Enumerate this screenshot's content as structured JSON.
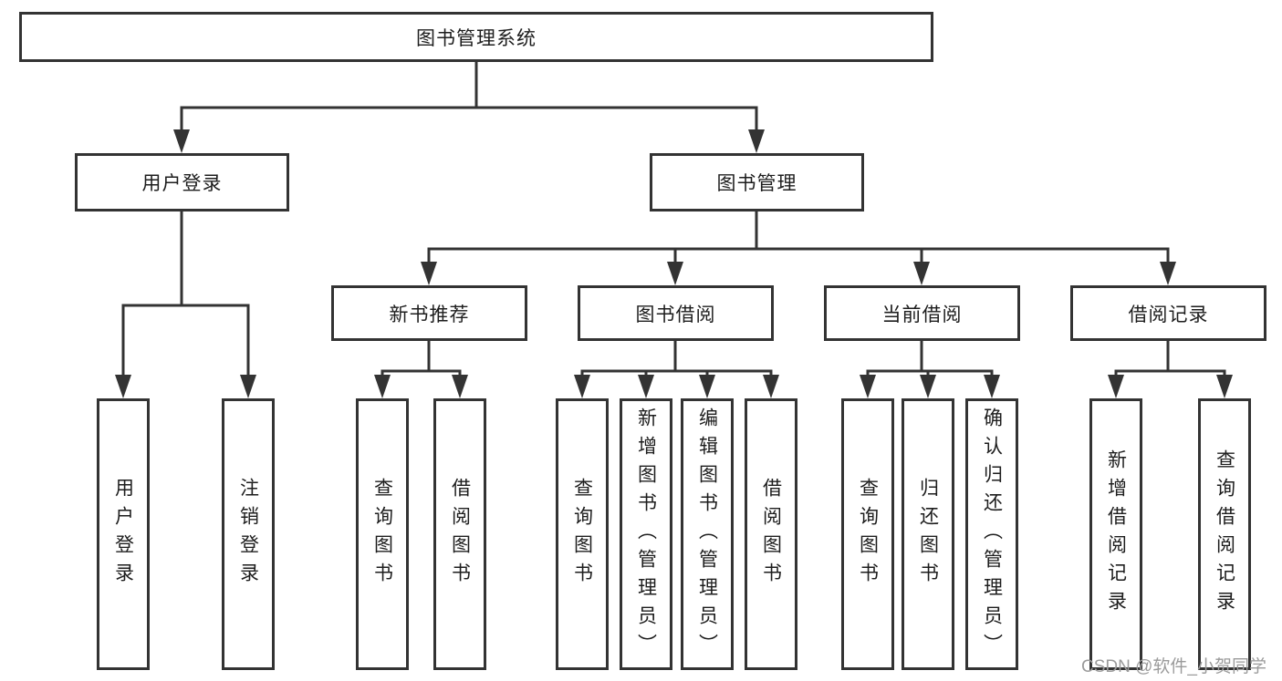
{
  "diagram_title": "图书管理系统",
  "tree": {
    "label": "图书管理系统",
    "children": [
      {
        "label": "用户登录",
        "children": [
          {
            "label": "用户登录"
          },
          {
            "label": "注销登录"
          }
        ]
      },
      {
        "label": "图书管理",
        "children": [
          {
            "label": "新书推荐",
            "children": [
              {
                "label": "查询图书"
              },
              {
                "label": "借阅图书"
              }
            ]
          },
          {
            "label": "图书借阅",
            "children": [
              {
                "label": "查询图书"
              },
              {
                "label": "新增图书（管理员）"
              },
              {
                "label": "编辑图书（管理员）"
              },
              {
                "label": "借阅图书"
              }
            ]
          },
          {
            "label": "当前借阅",
            "children": [
              {
                "label": "查询图书"
              },
              {
                "label": "归还图书"
              },
              {
                "label": "确认归还（管理员）"
              }
            ]
          },
          {
            "label": "借阅记录",
            "children": [
              {
                "label": "新增借阅记录"
              },
              {
                "label": "查询借阅记录"
              }
            ]
          }
        ]
      }
    ]
  },
  "watermark": {
    "text": "CSDN @软件_小贺同学"
  },
  "colors": {
    "line": "#333333",
    "box_border": "#333333",
    "text": "#1d1d1d",
    "watermark": "#9b9b9b",
    "background": "#ffffff"
  }
}
